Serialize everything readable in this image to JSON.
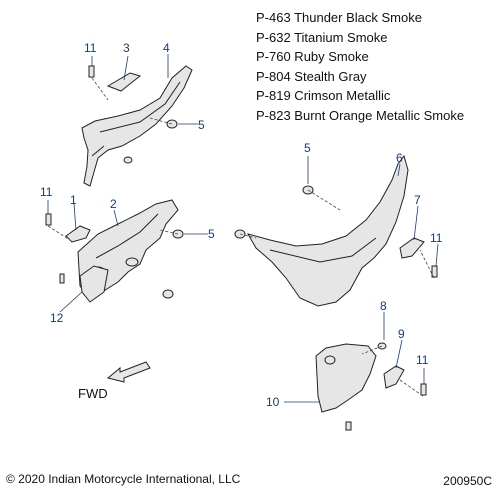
{
  "legend": [
    "P-463 Thunder Black Smoke",
    "P-632 Titanium Smoke",
    "P-760 Ruby Smoke",
    "P-804 Stealth Gray",
    "P-819 Crimson Metallic",
    "P-823 Burnt Orange Metallic Smoke"
  ],
  "direction_label": "FWD",
  "footer": {
    "copyright": "© 2020 Indian Motorcycle International, LLC",
    "figure_number": "200950C"
  },
  "callouts": {
    "top_11": "11",
    "top_3": "3",
    "top_4": "4",
    "top_5": "5",
    "mid_11": "11",
    "mid_1": "1",
    "mid_2": "2",
    "mid_5": "5",
    "mid_12": "12",
    "right_5": "5",
    "right_6": "6",
    "right_7": "7",
    "right_11": "11",
    "low_8": "8",
    "low_9": "9",
    "low_11": "11",
    "low_10": "10"
  },
  "colors": {
    "part_fill": "#e6e6e6",
    "part_stroke": "#222222",
    "callout": "#1a3a7a"
  }
}
